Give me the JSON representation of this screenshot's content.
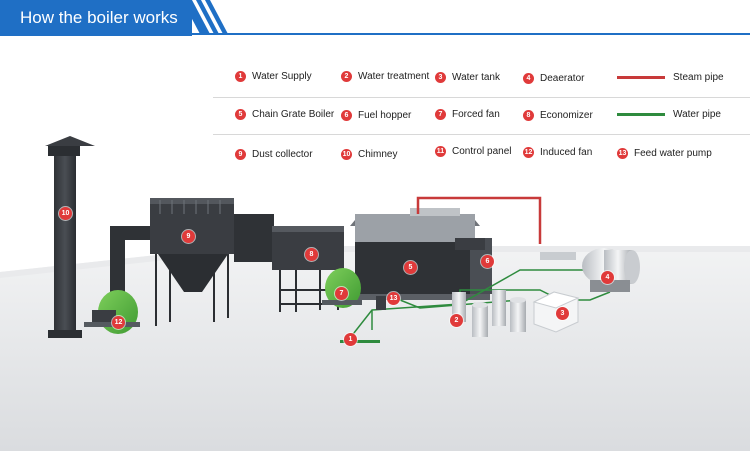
{
  "header": {
    "title": "How the boiler works"
  },
  "legend": {
    "items": [
      {
        "num": "1",
        "label": "Water Supply"
      },
      {
        "num": "2",
        "label": "Water treatment"
      },
      {
        "num": "3",
        "label": "Water tank"
      },
      {
        "num": "4",
        "label": "Deaerator"
      },
      {
        "num": "5",
        "label": "Chain Grate Boiler"
      },
      {
        "num": "6",
        "label": "Fuel hopper"
      },
      {
        "num": "7",
        "label": "Forced fan"
      },
      {
        "num": "8",
        "label": "Economizer"
      },
      {
        "num": "9",
        "label": "Dust collector"
      },
      {
        "num": "10",
        "label": "Chimney"
      },
      {
        "num": "11",
        "label": "Control panel"
      },
      {
        "num": "12",
        "label": "Induced fan"
      },
      {
        "num": "13",
        "label": "Feed water pump"
      }
    ],
    "pipes": [
      {
        "label": "Steam pipe",
        "color": "#c83a3a"
      },
      {
        "label": "Water pipe",
        "color": "#2e8b3e"
      }
    ]
  },
  "callouts": {
    "c1": "1",
    "c2": "2",
    "c3": "3",
    "c4": "4",
    "c5": "5",
    "c6": "6",
    "c7": "7",
    "c8": "8",
    "c9": "9",
    "c10": "10",
    "c12": "12",
    "c13": "13"
  }
}
